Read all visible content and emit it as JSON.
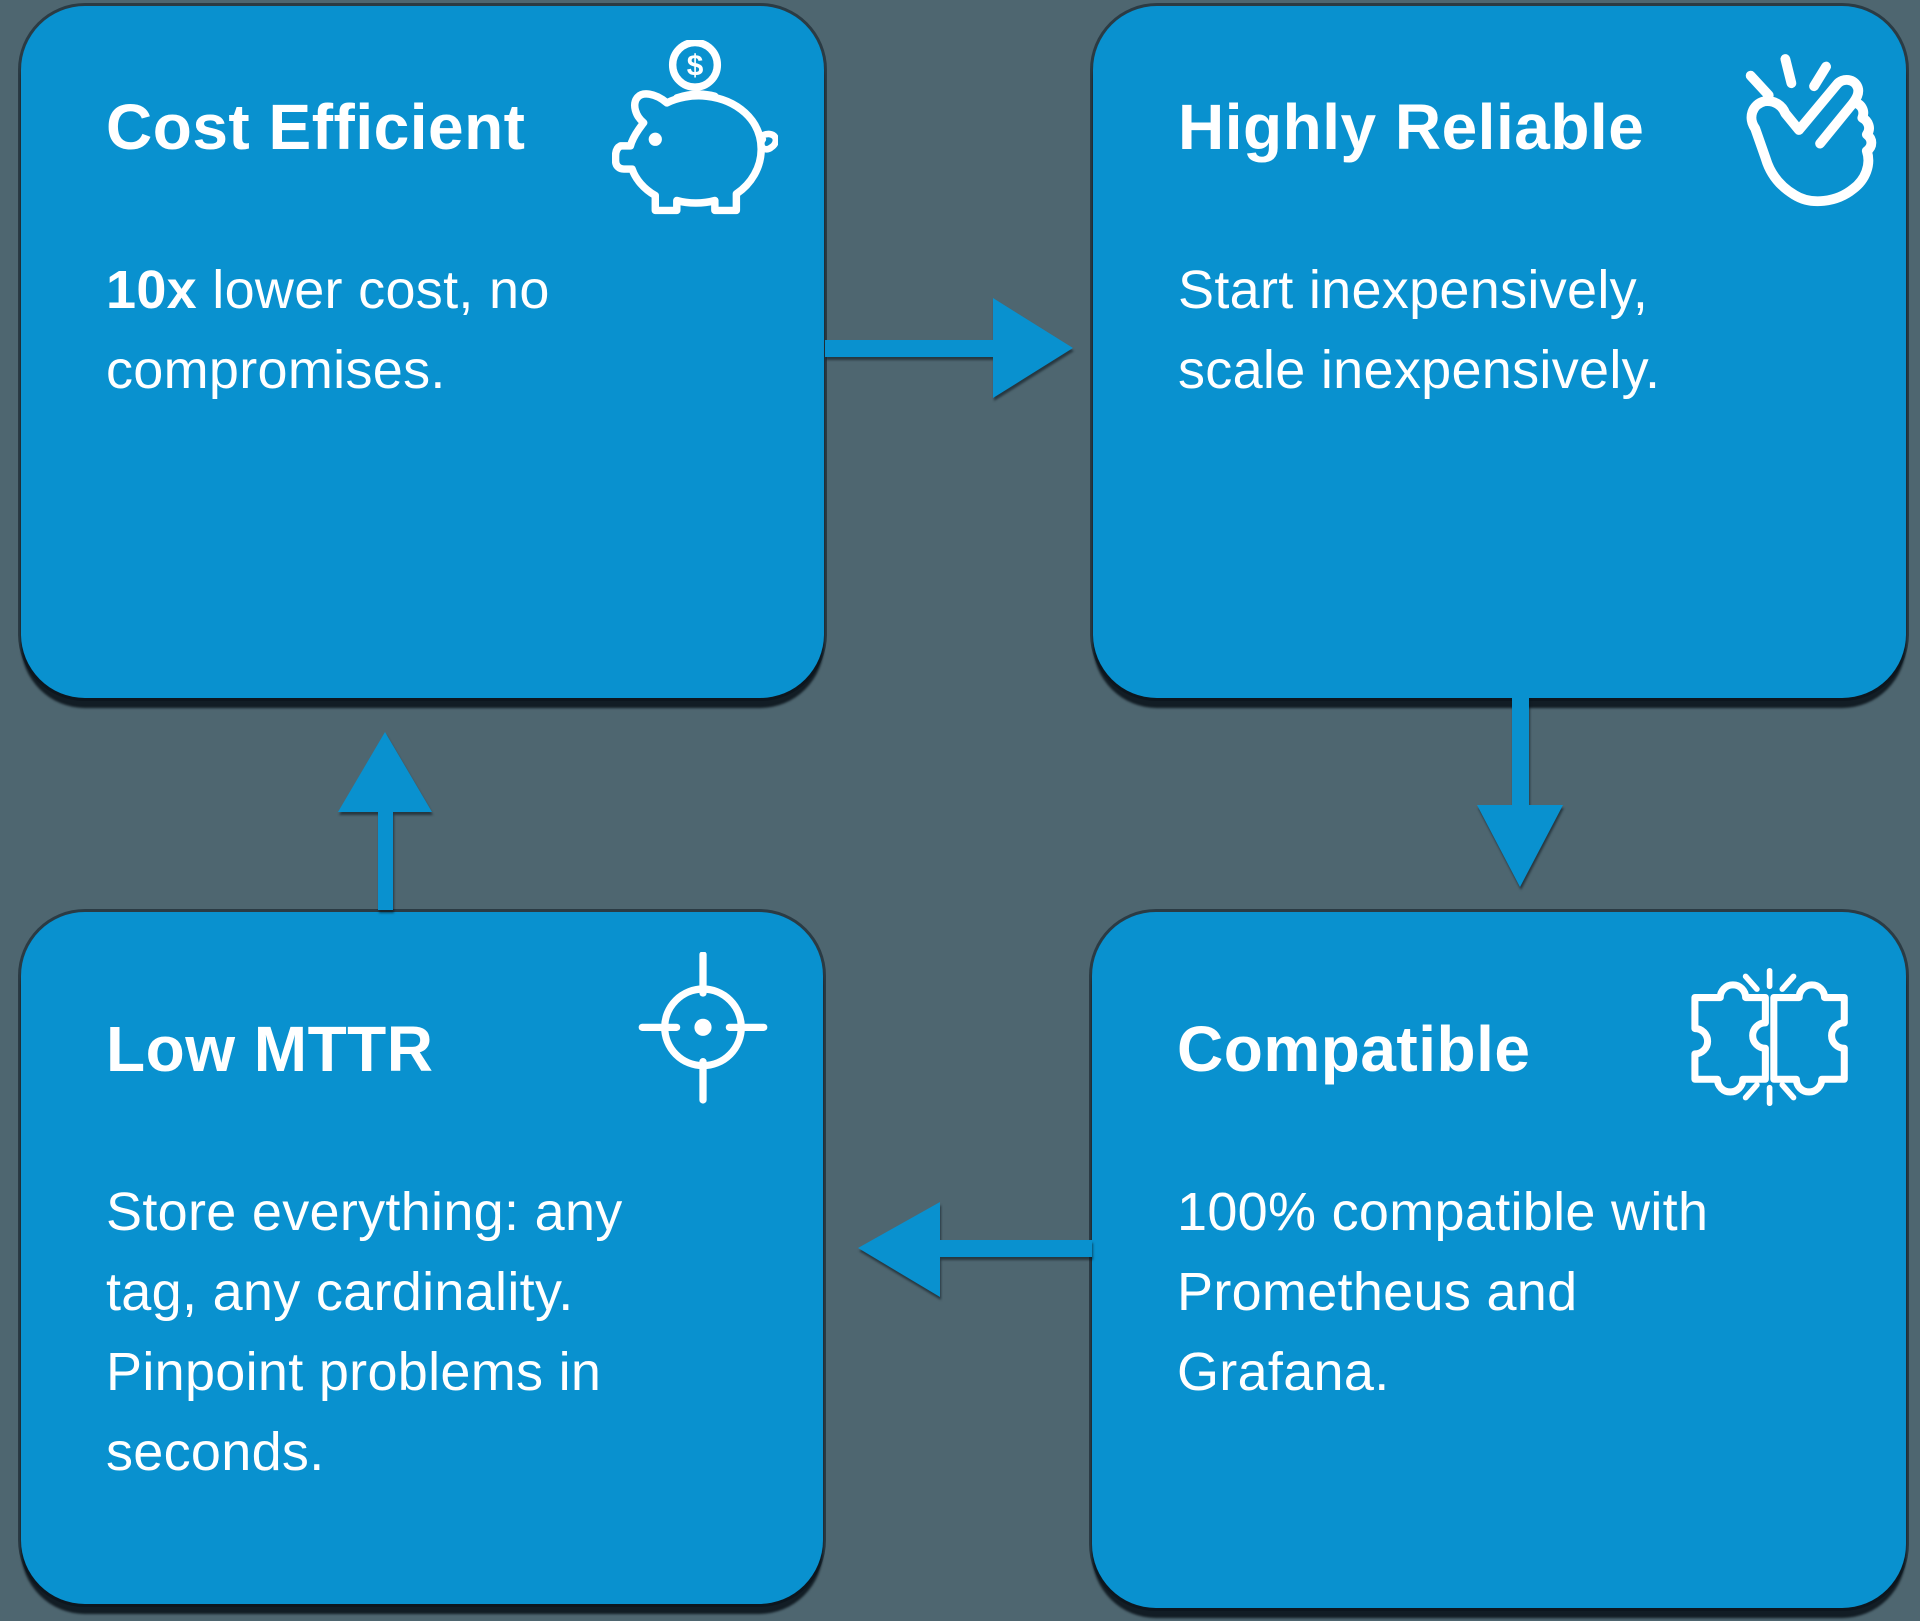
{
  "colors": {
    "background": "#4e6670",
    "card": "#0991cf",
    "arrow": "#0991cf",
    "text": "#ffffff"
  },
  "cards": [
    {
      "id": "cost-efficient",
      "title": "Cost Efficient",
      "icon": "piggy-bank-icon",
      "coin_symbol": "$",
      "body_bold": "10x",
      "body_rest": " lower cost, no\ncompromises."
    },
    {
      "id": "highly-reliable",
      "title": "Highly Reliable",
      "icon": "snap-fingers-icon",
      "body_bold": "",
      "body_rest": "Start inexpensively,\nscale inexpensively."
    },
    {
      "id": "compatible",
      "title": "Compatible",
      "icon": "puzzle-pieces-icon",
      "body_bold": "",
      "body_rest": "100% compatible with\nPrometheus and\nGrafana."
    },
    {
      "id": "low-mttr",
      "title": "Low MTTR",
      "icon": "crosshair-target-icon",
      "body_bold": "",
      "body_rest": "Store everything: any\ntag, any cardinality.\nPinpoint problems in\nseconds."
    }
  ],
  "flow": {
    "arrows": [
      {
        "name": "arrow-right",
        "from": "cost-efficient",
        "to": "highly-reliable",
        "direction": "right"
      },
      {
        "name": "arrow-down",
        "from": "highly-reliable",
        "to": "compatible",
        "direction": "down"
      },
      {
        "name": "arrow-left",
        "from": "compatible",
        "to": "low-mttr",
        "direction": "left"
      },
      {
        "name": "arrow-up",
        "from": "low-mttr",
        "to": "cost-efficient",
        "direction": "up"
      }
    ]
  }
}
